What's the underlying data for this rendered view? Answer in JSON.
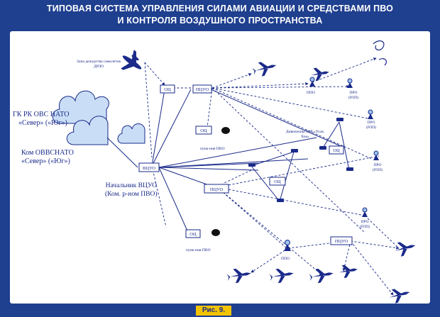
{
  "header": {
    "title_line1": "ТИПОВАЯ СИСТЕМА УПРАВЛЕНИЯ СИЛАМИ АВИАЦИИ И СРЕДСТВАМИ ПВО",
    "title_line2": "И КОНТРОЛЯ ВОЗДУШНОГО ПРОСТРАНСТВА"
  },
  "labels": {
    "awacs_zone": "Зона дежурства самолетов ДРЛО",
    "gk_rk_line1": "ГК РК ОВС НАТО",
    "gk_rk_line2": "«Север» («Юг»)",
    "kom_ovs_line1": "Ком ОВВСНАТО",
    "kom_ovs_line2": "«Север» («Юг»)",
    "vcuo_chief_line1": "Начальник ВЦУО",
    "vcuo_chief_line2": "(Ком. р-ном ПВО)",
    "vcuo_node": "ВЦУО",
    "pcuo_node": "ПЦУО",
    "od_node": "ОЦ",
    "command_pvo_1": "пунк-ния ПВО",
    "command_pvo_2": "пунк-ния ПВО",
    "sector_zrk": "Дивизионы ЗУР «Усов. Хок»",
    "puo_1": "ППО",
    "puo_2": "ППО",
    "rlp_1": "ПРО (РЛП)",
    "rlp_2": "ПРО (РЛП)",
    "rlp_3": "ПРО (РЛП)",
    "rlp_4": "ПРО (РЛП)"
  },
  "footer": {
    "figure_label": "Рис. 9."
  },
  "colors": {
    "frame": "#1f3f8f",
    "ink": "#1a2a8a",
    "cloud": "#c9def6",
    "badge": "#f3c300"
  }
}
